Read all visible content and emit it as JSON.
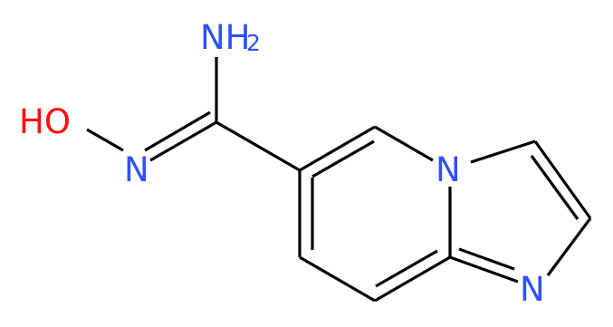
{
  "molecule": {
    "colors": {
      "bond": "#000000",
      "oxygen": "#ff0d0d",
      "nitrogen": "#3050f8"
    },
    "labels": {
      "amine_main": "NH",
      "amine_sub": "2",
      "hydroxyl": "HO",
      "oxime_n": "N",
      "bridge_n": "N",
      "ring_n": "N"
    }
  }
}
